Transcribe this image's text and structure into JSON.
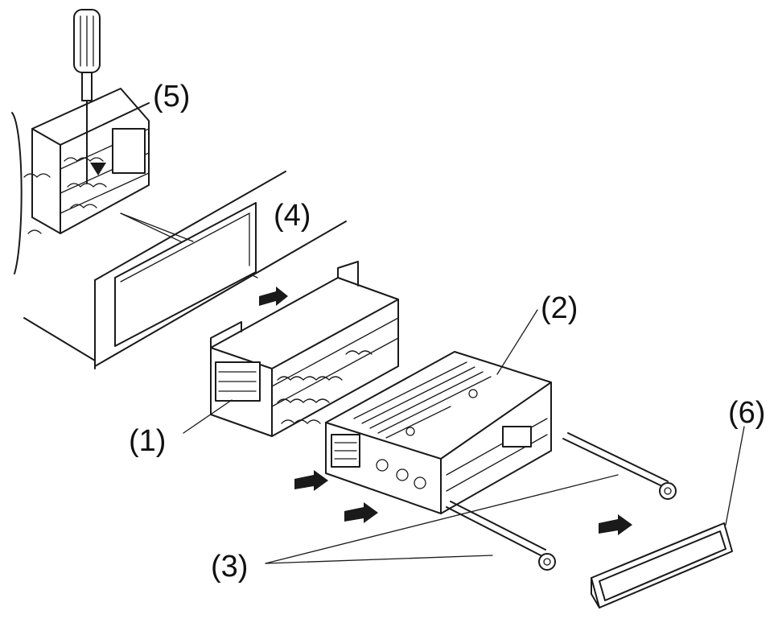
{
  "labels": {
    "l1": "(1)",
    "l2": "(2)",
    "l3": "(3)",
    "l4": "(4)",
    "l5": "(5)",
    "l6": "(6)"
  },
  "colors": {
    "ink": "#1a1a1a",
    "background": "#ffffff"
  }
}
